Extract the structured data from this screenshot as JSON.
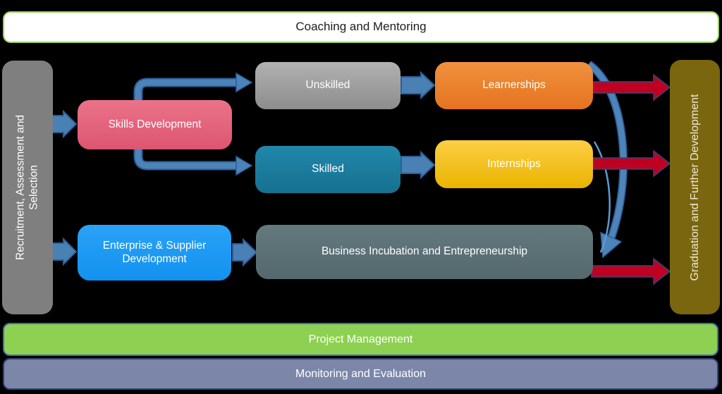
{
  "diagram": {
    "title_bar": {
      "label": "Coaching and Mentoring"
    },
    "left_bar": {
      "label": "Recruitment, Assessment and Selection"
    },
    "right_bar": {
      "label": "Graduation and Further Development"
    },
    "boxes": {
      "skills": {
        "label": "Skills Development",
        "color": "#dd5571"
      },
      "unskilled": {
        "label": "Unskilled",
        "color": "#9e9e9e"
      },
      "skilled": {
        "label": "Skilled",
        "color": "#1b80a4"
      },
      "learnerships": {
        "label": "Learnerships",
        "color": "#ea8030"
      },
      "internships": {
        "label": "Internships",
        "color": "#f4c220"
      },
      "enterprise": {
        "label": "Enterprise & Supplier Development",
        "color": "#1e9af3"
      },
      "business": {
        "label": "Business Incubation and Entrepreneurship",
        "color": "#5c7176"
      }
    },
    "bottom_bars": [
      {
        "label": "Project Management",
        "color": "#8ed152"
      },
      {
        "label": "Monitoring and Evaluation",
        "color": "#7b86a9"
      }
    ],
    "colors": {
      "background": "#000000",
      "flow_arrow_blue": "#4c83b8",
      "flow_arrow_blue_edge": "#2d5e97",
      "curved_arrow_blue": "#4f84ba",
      "thin_curve_blue": "#5b9bd5",
      "handoff_arrow_red": "#c00021",
      "handoff_arrow_red_edge": "#274b84",
      "title_border_green": "#9ccf58",
      "left_bar_gray": "#7f7f7f",
      "right_bar_olive": "#7a660f"
    }
  }
}
